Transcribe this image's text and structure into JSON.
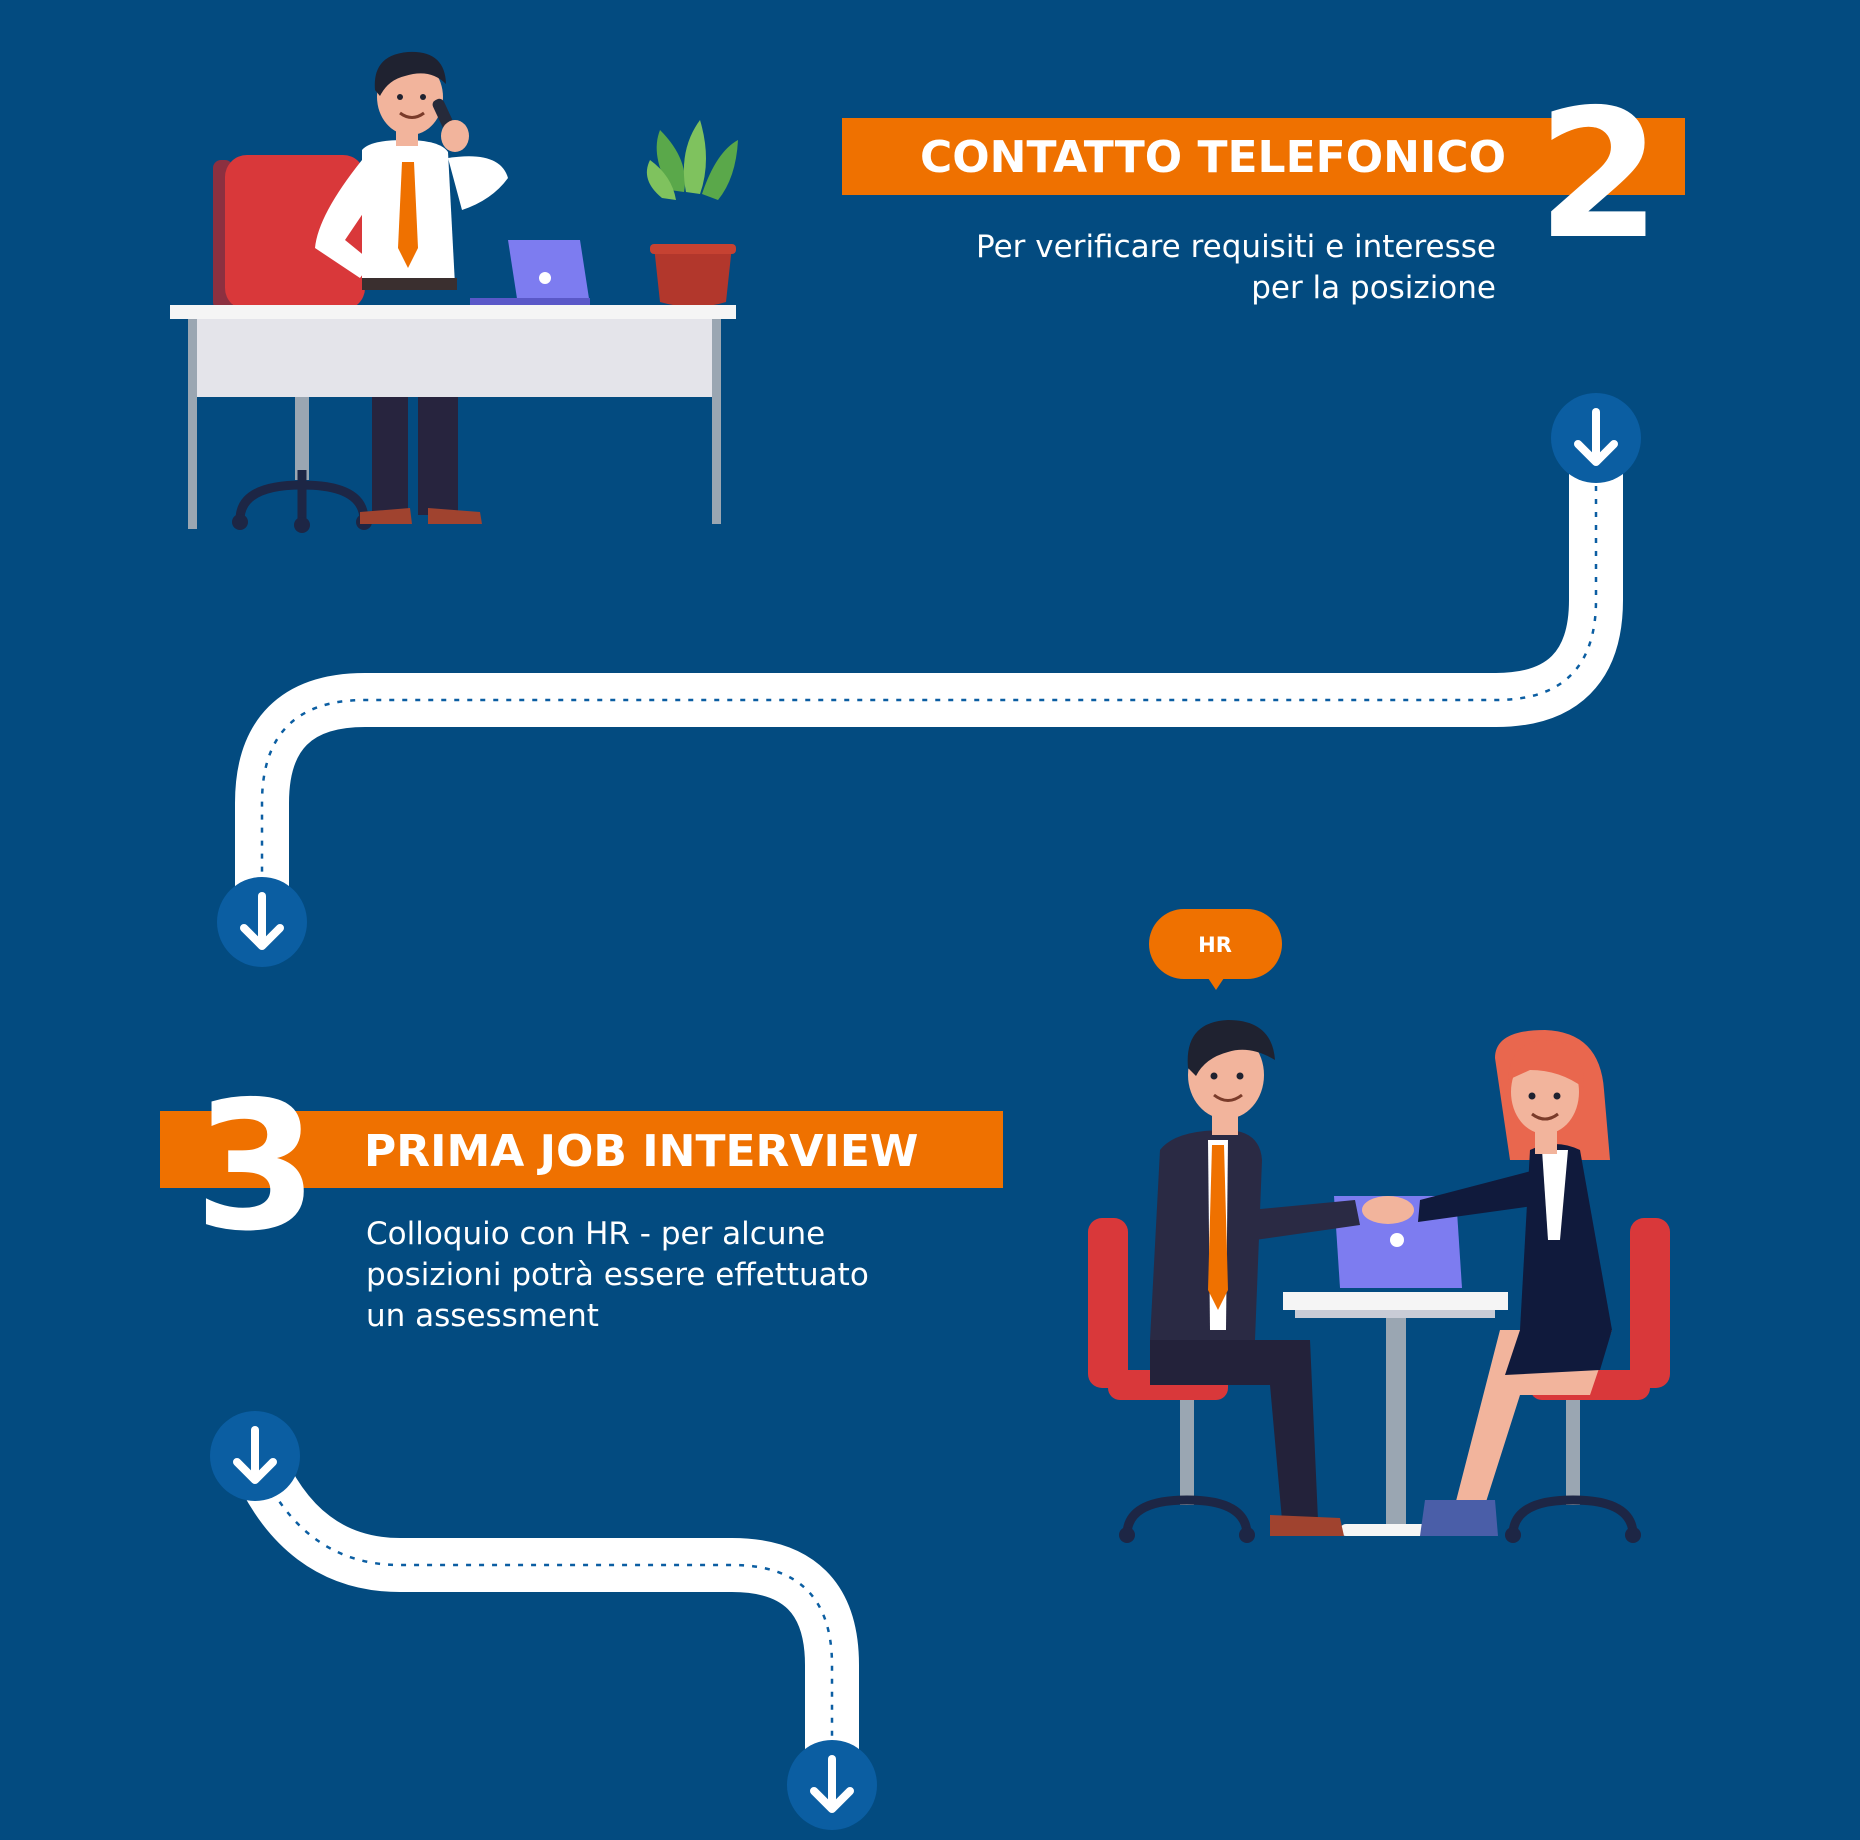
{
  "colors": {
    "background": "#034b80",
    "accent": "#ef7100",
    "road": "#ffffff",
    "node": "#0b5ea2"
  },
  "step2": {
    "number": "2",
    "title": "CONTATTO TELEFONICO",
    "description_lines": [
      "Per verificare requisiti e interesse",
      "per la posizione"
    ]
  },
  "step3": {
    "number": "3",
    "title": "PRIMA JOB INTERVIEW",
    "description_lines": [
      "Colloquio con HR - per alcune",
      "posizioni potrà essere effettuato",
      "un assessment"
    ],
    "bubble": "HR"
  },
  "icons": {
    "arrow": "arrow-down-icon",
    "phone_scene": "office-phone-call-illustration",
    "interview_scene": "job-interview-handshake-illustration"
  }
}
